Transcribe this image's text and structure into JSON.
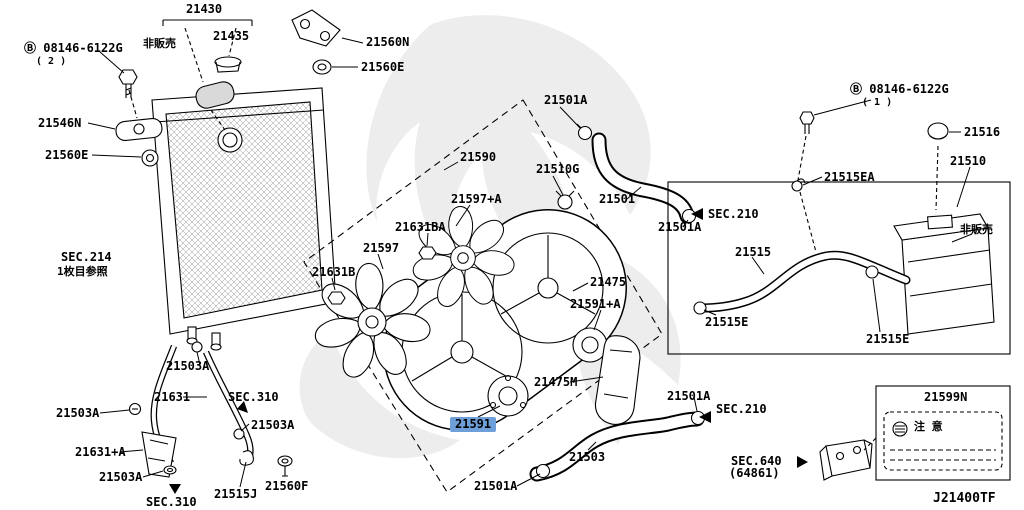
{
  "diagram_code": "J21400TF",
  "selected_part": "21591",
  "highlight_color": "#6f9fd8",
  "labels": [
    {
      "text": "21430"
    },
    {
      "text": "21435"
    },
    {
      "text": "非販売"
    },
    {
      "text": "Ⓑ 08146-6122G"
    },
    {
      "text": "( 2 )"
    },
    {
      "text": "21546N"
    },
    {
      "text": "21560E"
    },
    {
      "text": "21560N"
    },
    {
      "text": "21560E"
    },
    {
      "text": "SEC.214"
    },
    {
      "text": "1枚目参照"
    },
    {
      "text": "21503A"
    },
    {
      "text": "21631"
    },
    {
      "text": "SEC.310"
    },
    {
      "text": "21503A"
    },
    {
      "text": "21503A"
    },
    {
      "text": "21631+A"
    },
    {
      "text": "21503A"
    },
    {
      "text": "SEC.310"
    },
    {
      "text": "21515J"
    },
    {
      "text": "21560F"
    },
    {
      "text": "21590"
    },
    {
      "text": "21597+A"
    },
    {
      "text": "21631BA"
    },
    {
      "text": "21597"
    },
    {
      "text": "21631B"
    },
    {
      "text": "21510G"
    },
    {
      "text": "21501A"
    },
    {
      "text": "21501"
    },
    {
      "text": "SEC.210"
    },
    {
      "text": "21501A"
    },
    {
      "text": "21475"
    },
    {
      "text": "21591+A"
    },
    {
      "text": "21475M"
    },
    {
      "text": "21591"
    },
    {
      "text": "21503"
    },
    {
      "text": "21501A"
    },
    {
      "text": "21501A"
    },
    {
      "text": "SEC.210"
    },
    {
      "text": "Ⓑ 08146-6122G"
    },
    {
      "text": "( 1 )"
    },
    {
      "text": "21515EA"
    },
    {
      "text": "21516"
    },
    {
      "text": "21510"
    },
    {
      "text": "非販売"
    },
    {
      "text": "21515"
    },
    {
      "text": "21515E"
    },
    {
      "text": "21515E"
    },
    {
      "text": "21599N"
    },
    {
      "text": "注 意"
    },
    {
      "text": "SEC.640"
    },
    {
      "text": "(64861)"
    }
  ]
}
